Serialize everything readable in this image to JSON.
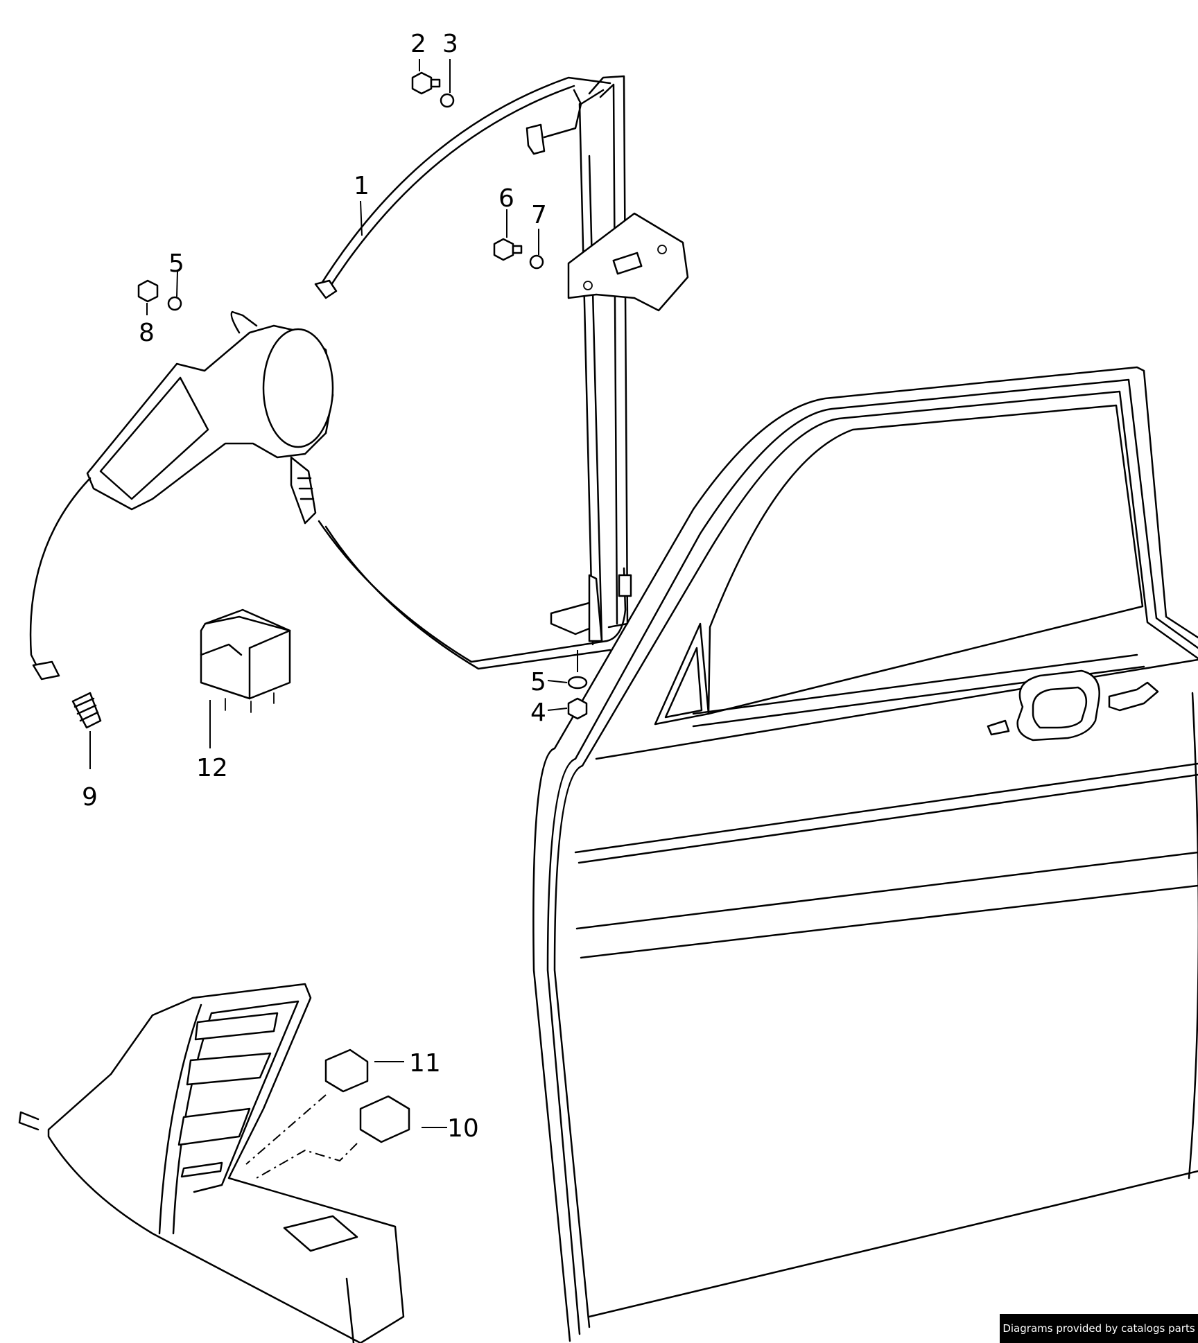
{
  "callouts": [
    {
      "id": "c2",
      "label": "2"
    },
    {
      "id": "c3",
      "label": "3"
    },
    {
      "id": "c1",
      "label": "1"
    },
    {
      "id": "c6",
      "label": "6"
    },
    {
      "id": "c7",
      "label": "7"
    },
    {
      "id": "c5a",
      "label": "5"
    },
    {
      "id": "c8",
      "label": "8"
    },
    {
      "id": "c5b",
      "label": "5"
    },
    {
      "id": "c4",
      "label": "4"
    },
    {
      "id": "c12",
      "label": "12"
    },
    {
      "id": "c9",
      "label": "9"
    },
    {
      "id": "c11",
      "label": "11"
    },
    {
      "id": "c10",
      "label": "10"
    }
  ],
  "credit": "Diagrams provided by catalogs parts"
}
